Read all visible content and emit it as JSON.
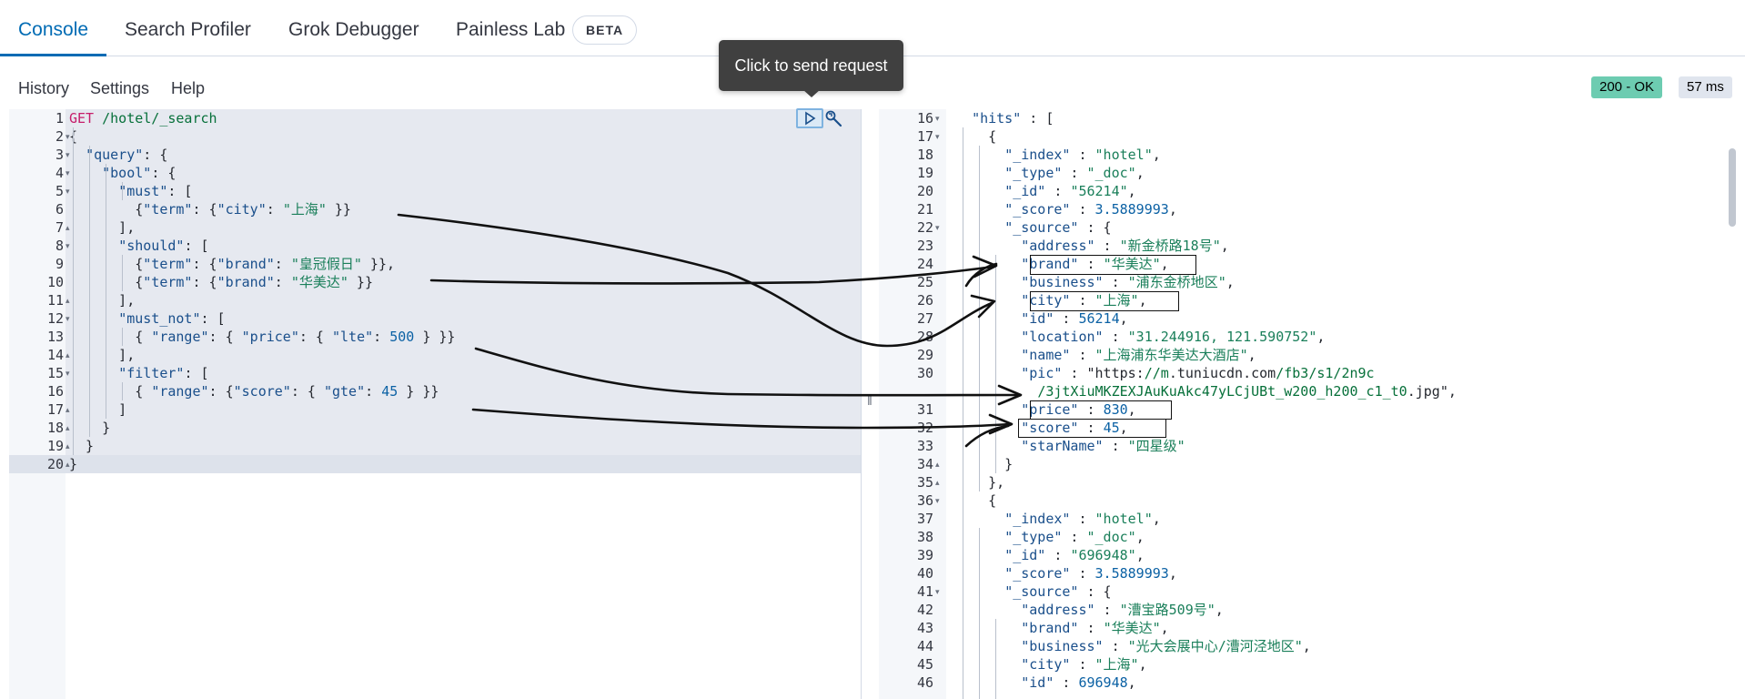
{
  "tabs": [
    {
      "label": "Console",
      "active": true
    },
    {
      "label": "Search Profiler"
    },
    {
      "label": "Grok Debugger"
    },
    {
      "label": "Painless Lab"
    }
  ],
  "beta_badge": "BETA",
  "menu": {
    "history": "History",
    "settings": "Settings",
    "help": "Help"
  },
  "tooltip": "Click to send request",
  "status": {
    "code": "200 - OK",
    "time": "57 ms",
    "ok_color": "#6dccb1"
  },
  "request": {
    "line_numbers": [
      "1",
      "2",
      "3",
      "4",
      "5",
      "6",
      "7",
      "8",
      "9",
      "10",
      "11",
      "12",
      "13",
      "14",
      "15",
      "16",
      "17",
      "18",
      "19",
      "20"
    ],
    "lines": [
      "GET /hotel/_search",
      "{",
      "  \"query\": {",
      "    \"bool\": {",
      "      \"must\": [",
      "        {\"term\": {\"city\": \"上海\" }}",
      "      ],",
      "      \"should\": [",
      "        {\"term\": {\"brand\": \"皇冠假日\" }},",
      "        {\"term\": {\"brand\": \"华美达\" }}",
      "      ],",
      "      \"must_not\": [",
      "        { \"range\": { \"price\": { \"lte\": 500 } }}",
      "      ],",
      "      \"filter\": [",
      "        { \"range\": {\"score\": { \"gte\": 45 } }}",
      "      ]",
      "    }",
      "  }",
      "}"
    ]
  },
  "response": {
    "line_numbers": [
      "16",
      "17",
      "18",
      "19",
      "20",
      "21",
      "22",
      "23",
      "24",
      "25",
      "26",
      "27",
      "28",
      "29",
      "30",
      "",
      "31",
      "32",
      "33",
      "34",
      "35",
      "36",
      "37",
      "38",
      "39",
      "40",
      "41",
      "42",
      "43",
      "44",
      "45",
      "46"
    ],
    "lines": [
      "  \"hits\" : [",
      "    {",
      "      \"_index\" : \"hotel\",",
      "      \"_type\" : \"_doc\",",
      "      \"_id\" : \"56214\",",
      "      \"_score\" : 3.5889993,",
      "      \"_source\" : {",
      "        \"address\" : \"新金桥路18号\",",
      "        \"brand\" : \"华美达\",",
      "        \"business\" : \"浦东金桥地区\",",
      "        \"city\" : \"上海\",",
      "        \"id\" : 56214,",
      "        \"location\" : \"31.244916, 121.590752\",",
      "        \"name\" : \"上海浦东华美达大酒店\",",
      "        \"pic\" : \"https://m.tuniucdn.com/fb3/s1/2n9c",
      "          /3jtXiuMKZEXJAuKuAkc47yLCjUBt_w200_h200_c1_t0.jpg\",",
      "        \"price\" : 830,",
      "        \"score\" : 45,",
      "        \"starName\" : \"四星级\"",
      "      }",
      "    },",
      "    {",
      "      \"_index\" : \"hotel\",",
      "      \"_type\" : \"_doc\",",
      "      \"_id\" : \"696948\",",
      "      \"_score\" : 3.5889993,",
      "      \"_source\" : {",
      "        \"address\" : \"漕宝路509号\",",
      "        \"brand\" : \"华美达\",",
      "        \"business\" : \"光大会展中心/漕河泾地区\",",
      "        \"city\" : \"上海\",",
      "        \"id\" : 696948,"
    ]
  }
}
